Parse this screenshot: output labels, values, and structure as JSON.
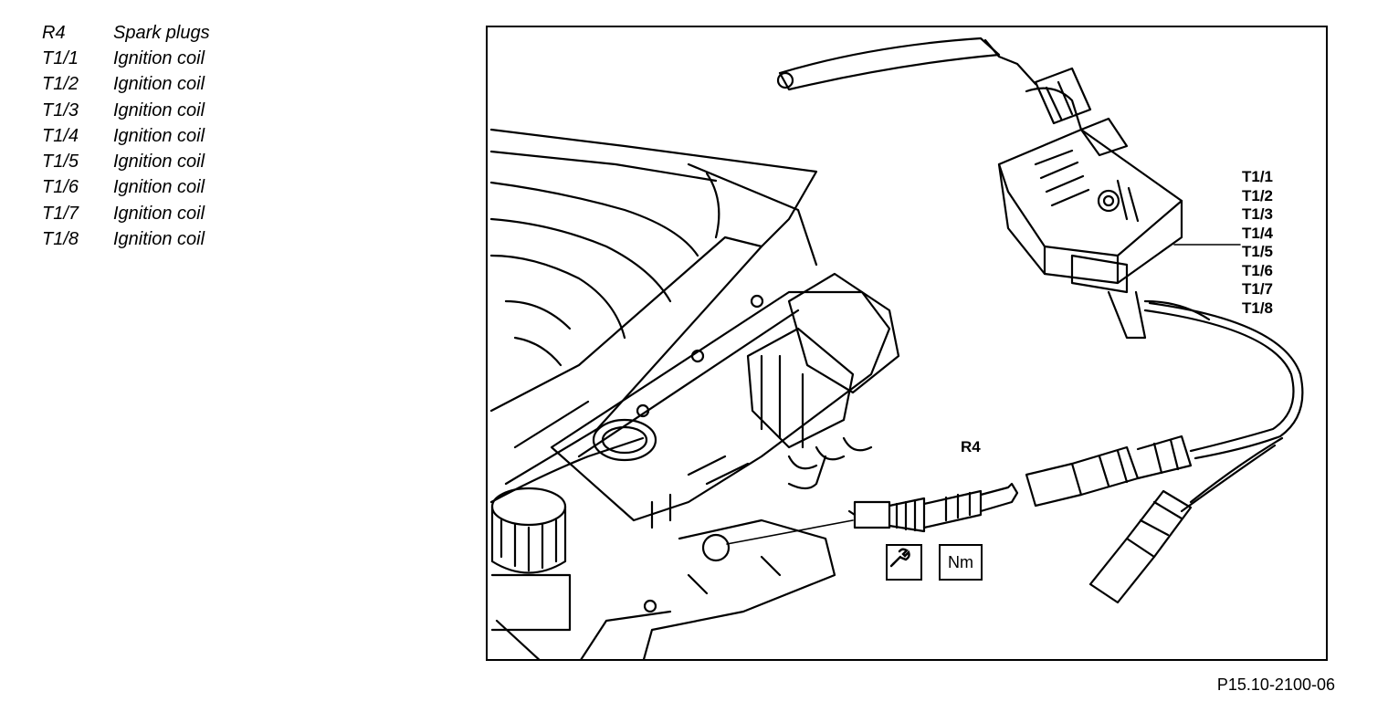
{
  "legend": [
    {
      "code": "R4",
      "label": "Spark plugs"
    },
    {
      "code": "T1/1",
      "label": "Ignition coil"
    },
    {
      "code": "T1/2",
      "label": "Ignition coil"
    },
    {
      "code": "T1/3",
      "label": "Ignition coil"
    },
    {
      "code": "T1/4",
      "label": "Ignition coil"
    },
    {
      "code": "T1/5",
      "label": "Ignition coil"
    },
    {
      "code": "T1/6",
      "label": "Ignition coil"
    },
    {
      "code": "T1/7",
      "label": "Ignition coil"
    },
    {
      "code": "T1/8",
      "label": "Ignition coil"
    }
  ],
  "figure": {
    "coil_callouts": [
      "T1/1",
      "T1/2",
      "T1/3",
      "T1/4",
      "T1/5",
      "T1/6",
      "T1/7",
      "T1/8"
    ],
    "spark_plug_callout": "R4",
    "symbols": {
      "wrench": "wrench-icon",
      "torque": "Nm"
    },
    "reference": "P15.10-2100-06"
  }
}
